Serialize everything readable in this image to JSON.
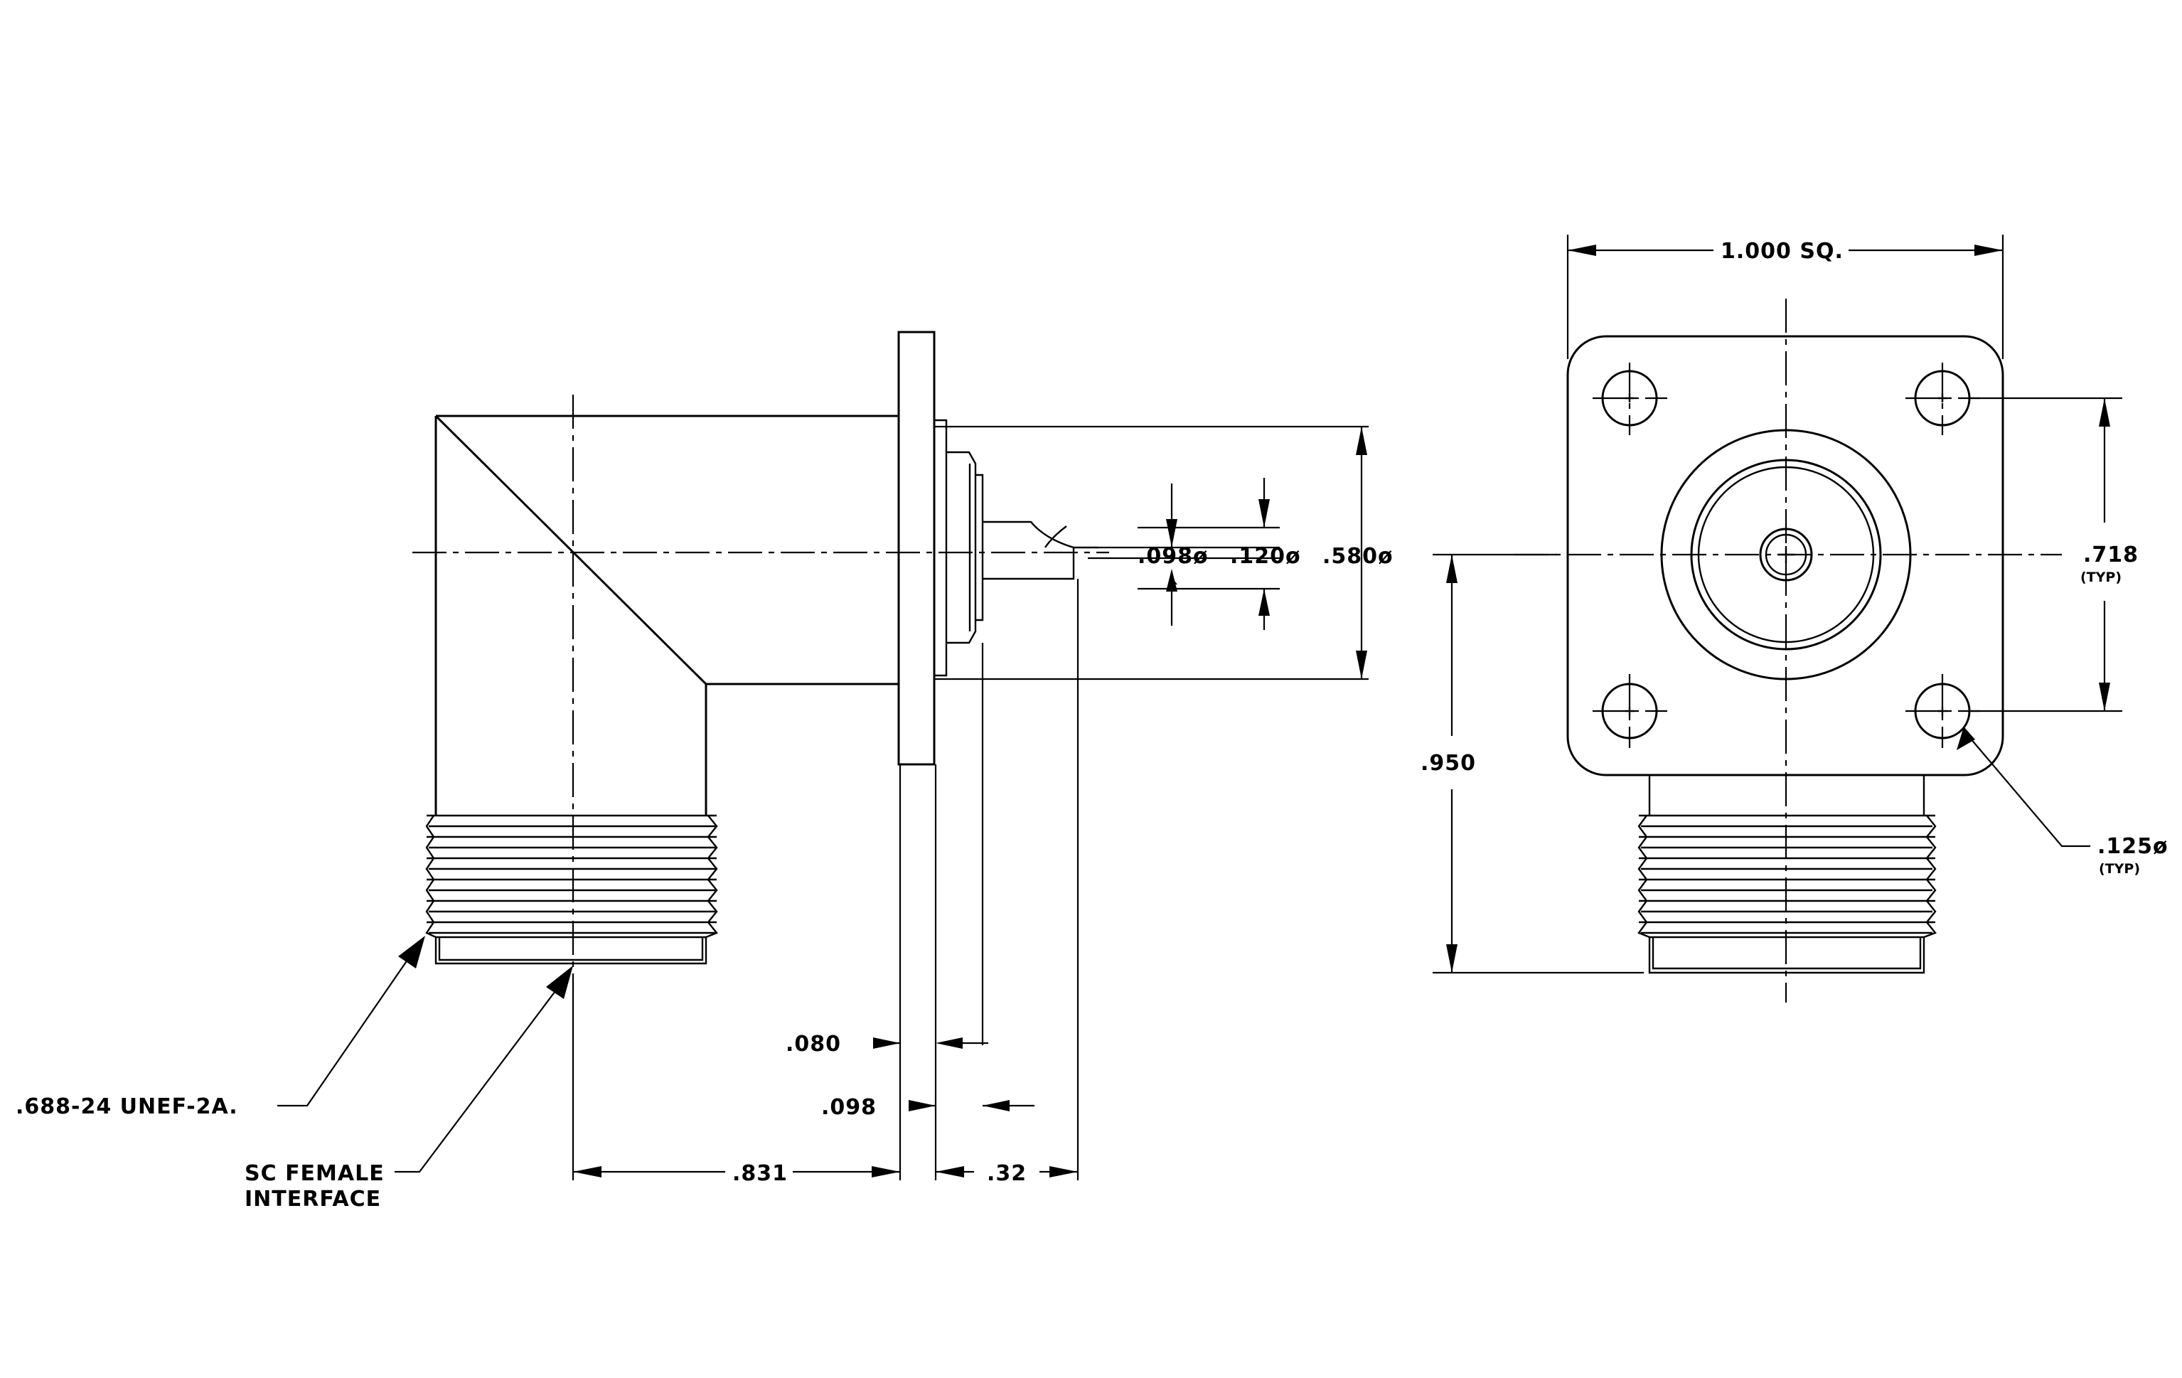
{
  "dimensions": {
    "pin_dia": ".098ø",
    "pin_tip_dia": ".120ø",
    "body_dia": ".580ø",
    "flange_sq": "1.000  SQ.",
    "hole_spacing": ".718",
    "hole_spacing_note": "(TYP)",
    "height": ".950",
    "hole_dia": ".125ø",
    "hole_dia_note": "(TYP)",
    "flange_thk": ".080",
    "insulator_step": ".098",
    "centerline_to_flange": ".831",
    "pin_length": ".32"
  },
  "callouts": {
    "thread": ".688-24  UNEF-2A.",
    "interface_line1": "SC  FEMALE",
    "interface_line2": "INTERFACE"
  },
  "colors": {
    "line": "#000000",
    "background": "#ffffff"
  }
}
